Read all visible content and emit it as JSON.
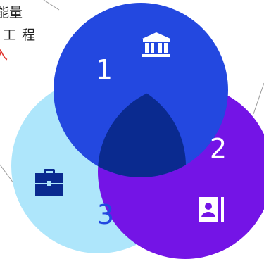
{
  "side_text": {
    "line1": "能量",
    "line2": "工程",
    "line3": "入"
  },
  "circles": [
    {
      "number": "1",
      "icon": "bank-icon",
      "color": "#2348e0"
    },
    {
      "number": "2",
      "icon": "contact-card-icon",
      "color": "#7414e6"
    },
    {
      "number": "3",
      "icon": "briefcase-icon",
      "color": "#aee6fb"
    }
  ],
  "overlap_color": "#0a2a8f",
  "number_colors": {
    "on_dark": "#ffffff",
    "on_light": "#2348e0"
  }
}
